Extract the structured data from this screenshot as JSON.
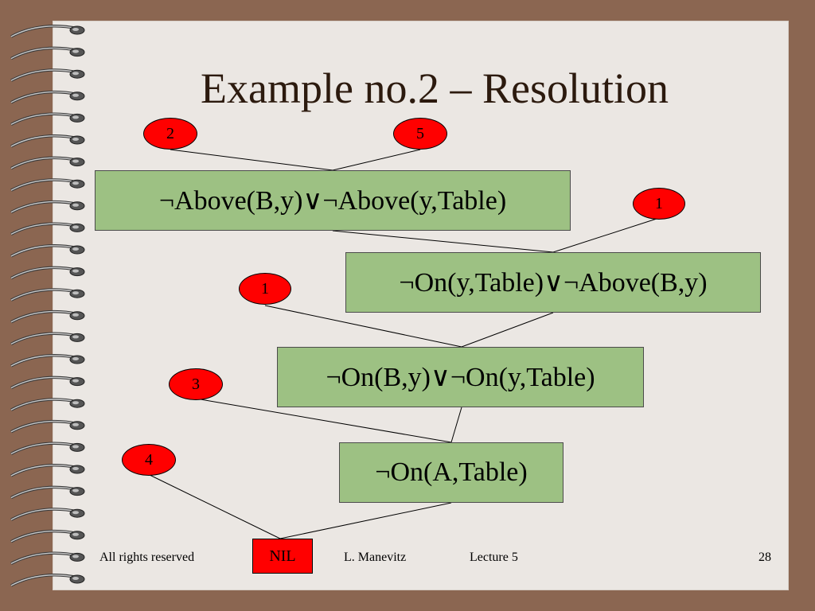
{
  "title": "Example no.2 – Resolution",
  "clauses": {
    "c1": "¬Above(B,y)∨¬Above(y,Table)",
    "c2": "¬On(y,Table)∨¬Above(B,y)",
    "c3": "¬On(B,y)∨¬On(y,Table)",
    "c4": "¬On(A,Table)"
  },
  "badges": {
    "b2": "2",
    "b5": "5",
    "b1a": "1",
    "b1b": "1",
    "b3": "3",
    "b4": "4"
  },
  "nil": "NIL",
  "footer": {
    "rights": "All rights reserved",
    "author": "L. Manevitz",
    "lecture": "Lecture 5",
    "page": "28"
  },
  "colors": {
    "background": "#8b6651",
    "slide": "#ebe7e3",
    "clause_fill": "#9dc183",
    "badge_fill": "#ff0000",
    "title": "#2c1a0e"
  }
}
